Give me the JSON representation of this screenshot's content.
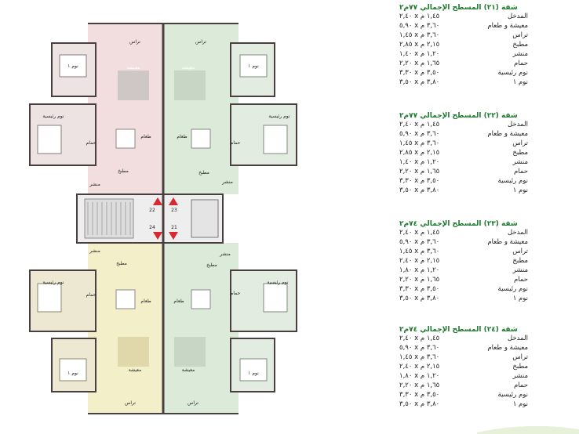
{
  "plan": {
    "rooms": {
      "terrace": "تراس",
      "living": "معيشة",
      "bed1": "نوم ١",
      "master": "نوم رئيسية",
      "dining": "طعام",
      "bath": "حمام",
      "kitchen": "مطبخ",
      "shaft": "منشر"
    },
    "apartment_numbers": [
      "22",
      "23",
      "24",
      "21"
    ]
  },
  "apartments": [
    {
      "title": "شقة (٢١) المسطح الإجمالي ٧٧م٢",
      "rows": [
        {
          "room": "المدخل",
          "dim": "٢,٤٠ x ١,٤٥ م"
        },
        {
          "room": "معيشة و طعام",
          "dim": "٥,٩٠ x ٣,٦٠ م"
        },
        {
          "room": "تراس",
          "dim": "١,٤٥ x ٣,٦٠ م"
        },
        {
          "room": "مطبخ",
          "dim": "٢,٨٥ x ٢,١٥ م"
        },
        {
          "room": "منشر",
          "dim": "١,٤٠ x ١,٢٠ م"
        },
        {
          "room": "حمام",
          "dim": "٢,٢٠ x ١,٦٥ م"
        },
        {
          "room": "نوم رئيسية",
          "dim": "٣,٣٠ x ٣,٥٠ م"
        },
        {
          "room": "نوم ١",
          "dim": "٣,٥٠ x ٣,٨٠ م"
        }
      ]
    },
    {
      "title": "شقة (٢٢) المسطح الإجمالي ٧٧م٢",
      "rows": [
        {
          "room": "المدخل",
          "dim": "٢,٤٠ x ١,٤٥ م"
        },
        {
          "room": "معيشة و طعام",
          "dim": "٥,٩٠ x ٣,٦٠ م"
        },
        {
          "room": "تراس",
          "dim": "١,٤٥ x ٣,٦٠ م"
        },
        {
          "room": "مطبخ",
          "dim": "٢,٨٥ x ٢,١٥ م"
        },
        {
          "room": "منشر",
          "dim": "١,٤٠ x ١,٢٠ م"
        },
        {
          "room": "حمام",
          "dim": "٢,٢٠ x ١,٦٥ م"
        },
        {
          "room": "نوم رئيسية",
          "dim": "٣,٣٠ x ٣,٥٠ م"
        },
        {
          "room": "نوم ١",
          "dim": "٣,٥٠ x ٣,٨٠ م"
        }
      ]
    },
    {
      "title": "شقة (٢٣) المسطح الإجمالي ٧٤م٢",
      "rows": [
        {
          "room": "المدخل",
          "dim": "٢,٤٠ x ١,٤٥ م"
        },
        {
          "room": "معيشة و طعام",
          "dim": "٥,٩٠ x ٣,٦٠ م"
        },
        {
          "room": "تراس",
          "dim": "١,٤٥ x ٣,٦٠ م"
        },
        {
          "room": "مطبخ",
          "dim": "٢,٤٠ x ٢,١٥ م"
        },
        {
          "room": "منشر",
          "dim": "١,٨٠ x ١,٢٠ م"
        },
        {
          "room": "حمام",
          "dim": "٢,٢٠ x ١,٦٥ م"
        },
        {
          "room": "نوم رئيسية",
          "dim": "٣,٣٠ x ٣,٥٠ م"
        },
        {
          "room": "نوم ١",
          "dim": "٣,٥٠ x ٣,٨٠ م"
        }
      ]
    },
    {
      "title": "شقة (٢٤) المسطح الإجمالي ٧٤م٢",
      "rows": [
        {
          "room": "المدخل",
          "dim": "٢,٤٠ x ١,٤٥ م"
        },
        {
          "room": "معيشة و طعام",
          "dim": "٥,٩٠ x ٣,٦٠ م"
        },
        {
          "room": "تراس",
          "dim": "١,٤٥ x ٣,٦٠ م"
        },
        {
          "room": "مطبخ",
          "dim": "٢,٤٠ x ٢,١٥ م"
        },
        {
          "room": "منشر",
          "dim": "١,٨٠ x ١,٢٠ م"
        },
        {
          "room": "حمام",
          "dim": "٢,٢٠ x ١,٦٥ م"
        },
        {
          "room": "نوم رئيسية",
          "dim": "٣,٣٠ x ٣,٥٠ م"
        },
        {
          "room": "نوم ١",
          "dim": "٣,٥٠ x ٣,٨٠ م"
        }
      ]
    }
  ],
  "colors": {
    "pink": "#f2dede",
    "green": "#dcebd9",
    "yellow": "#f3efc9",
    "wall": "#4a3f3f",
    "accent_red": "#d9282f",
    "title_green": "#1e7a2e"
  }
}
